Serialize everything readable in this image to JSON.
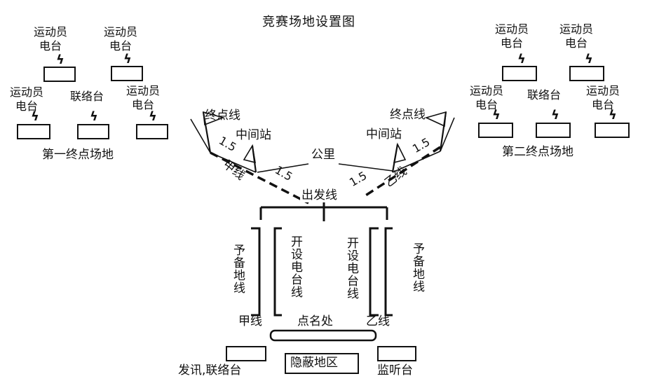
{
  "title": "竞赛场地设置图",
  "terminal_one": {
    "label": "第一终点场地",
    "top_stations": [
      "运动员\n电台",
      "运动员\n电台"
    ],
    "bottom_stations": [
      "运动员\n电台",
      "联络台",
      "运动员\n电台"
    ]
  },
  "terminal_two": {
    "label": "第二终点场地",
    "top_stations": [
      "运动员\n电台",
      "运动员\n电台"
    ],
    "bottom_stations": [
      "运动员\n电台",
      "联络台",
      "运动员\n电台"
    ]
  },
  "course": {
    "finish_line_left": "终点线",
    "finish_line_right": "终点线",
    "midstation_left": "中间站",
    "midstation_right": "中间站",
    "unit": "公里",
    "line_a": "甲线",
    "line_b": "乙线",
    "dist_left_outer": "1.5",
    "dist_left_inner": "1.5",
    "dist_right_inner": "1.5",
    "dist_right_outer": "1.5",
    "start_line": "出发线"
  },
  "start_area": {
    "reserve_left": "予备地线",
    "setup_left": "开设电台线",
    "setup_right": "开设电台线",
    "reserve_right": "予备地线",
    "line_a": "甲线",
    "line_b": "乙线",
    "rollcall": "点名处"
  },
  "bottom": {
    "signal_desk": "发讯,联络台",
    "hidden_area": "隐蔽地区",
    "listen_desk": "监听台"
  },
  "bolt_symbol": "ϟ"
}
